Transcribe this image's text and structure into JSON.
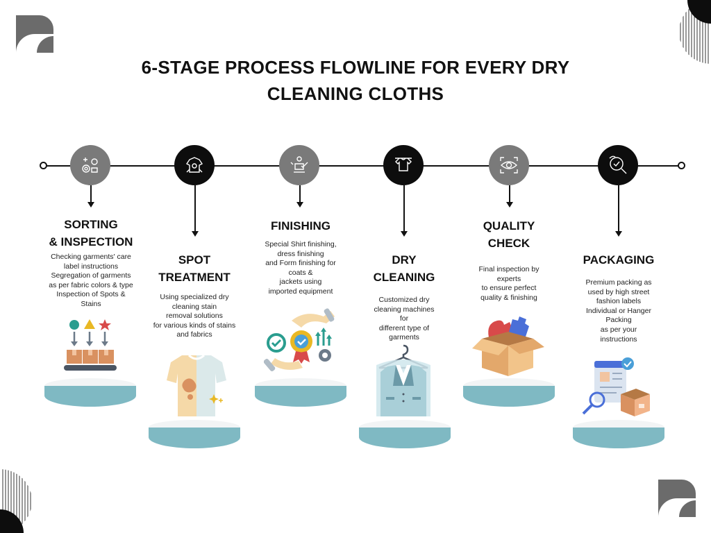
{
  "title_line1": "6-STAGE PROCESS FLOWLINE FOR EVERY DRY",
  "title_line2": "CLEANING CLOTHS",
  "colors": {
    "accent": "#7fb9c3",
    "node_grey": "#7a7a7a",
    "node_black": "#0d0d0d"
  },
  "stages": [
    {
      "title_line1": "SORTING",
      "title_line2": "& INSPECTION",
      "desc": [
        "Checking garments' care",
        "label instructions",
        "Segregation of garments",
        "as per fabric colors & type",
        "Inspection of Spots &",
        "Stains"
      ],
      "icon": "sorting-icon"
    },
    {
      "title_line1": "SPOT",
      "title_line2": "TREATMENT",
      "desc": [
        "Using specialized dry",
        "cleaning stain",
        "removal solutions",
        "for various kinds of stains",
        "and fabrics"
      ],
      "icon": "spot-treatment-icon"
    },
    {
      "title_line1": "FINISHING",
      "title_line2": "",
      "desc": [
        "Special Shirt finishing,",
        "dress finishing",
        "and Form finishing for",
        "coats &",
        "jackets using",
        "imported equipment"
      ],
      "icon": "finishing-icon"
    },
    {
      "title_line1": "DRY",
      "title_line2": "CLEANING",
      "desc": [
        "Customized dry",
        "cleaning machines",
        "for",
        "different type of",
        "garments"
      ],
      "icon": "dry-cleaning-icon"
    },
    {
      "title_line1": "QUALITY",
      "title_line2": "CHECK",
      "desc": [
        "Final inspection by",
        "experts",
        "to ensure perfect",
        "quality & finishing"
      ],
      "icon": "quality-check-icon"
    },
    {
      "title_line1": "PACKAGING",
      "title_line2": "",
      "desc": [
        "Premium packing as",
        "used by high street",
        "fashion labels",
        "Individual or Hanger",
        "Packing",
        "as per your",
        "instructions"
      ],
      "icon": "packaging-icon"
    }
  ]
}
